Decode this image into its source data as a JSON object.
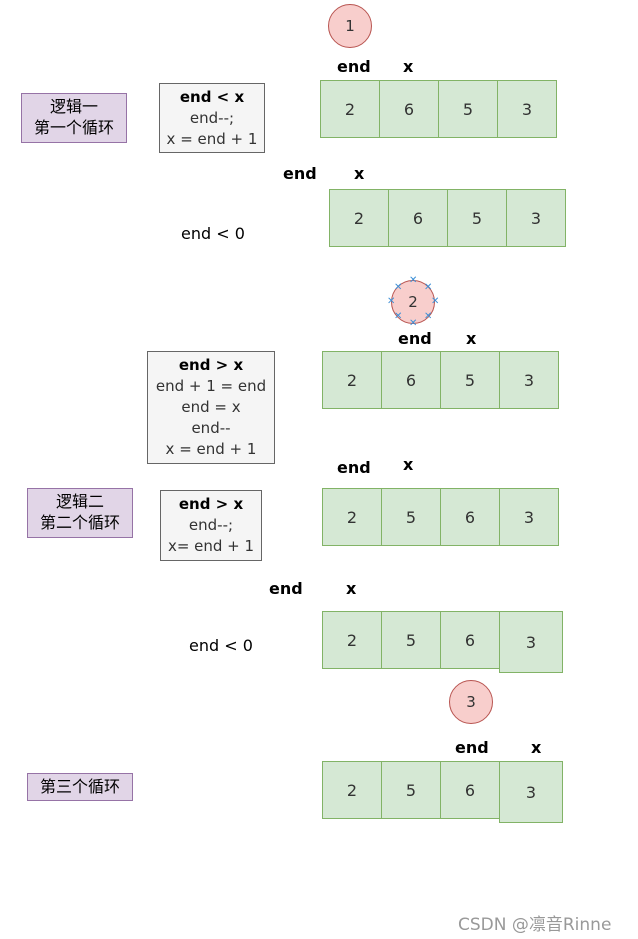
{
  "steps": [
    {
      "circle": "1"
    },
    {
      "circle": "2"
    },
    {
      "circle": "3"
    }
  ],
  "pointers": {
    "end": "end",
    "x": "x"
  },
  "arrays": [
    [
      "2",
      "6",
      "5",
      "3"
    ],
    [
      "2",
      "6",
      "5",
      "3"
    ],
    [
      "2",
      "6",
      "5",
      "3"
    ],
    [
      "2",
      "5",
      "6",
      "3"
    ],
    [
      "2",
      "5",
      "6",
      "3"
    ],
    [
      "2",
      "5",
      "6",
      "3"
    ]
  ],
  "logic_labels": [
    {
      "line1": "逻辑一",
      "line2": "第一个循环"
    },
    {
      "line1": "逻辑二",
      "line2": "第二个循环"
    },
    {
      "line1": "第三个循环"
    }
  ],
  "condition_boxes": [
    {
      "head": "end < x",
      "lines": [
        "end--;",
        "x = end + 1"
      ]
    },
    {
      "head": "end > x",
      "lines": [
        "end + 1 = end",
        "end = x",
        "end--",
        "x = end + 1"
      ]
    },
    {
      "head": "end > x",
      "lines": [
        "end--;",
        "x= end + 1"
      ]
    }
  ],
  "plain_labels": [
    "end < 0",
    "end < 0"
  ],
  "watermark": "CSDN @凛音Rinne"
}
